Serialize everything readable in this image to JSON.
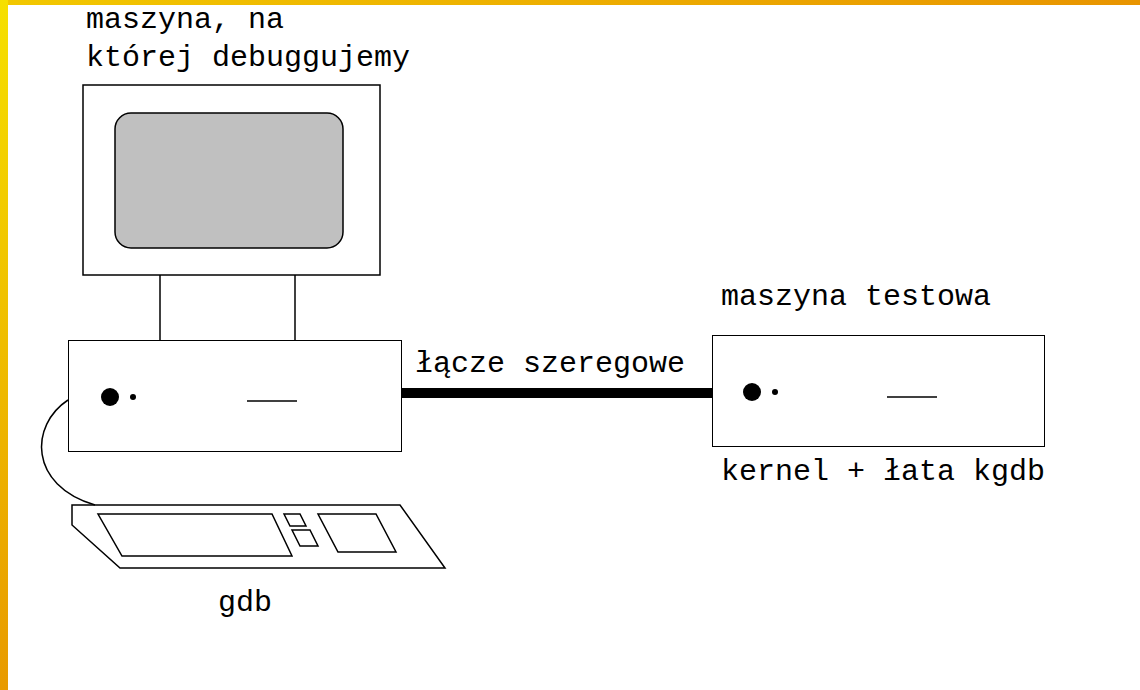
{
  "diagram": {
    "nodes": [
      {
        "text": [
          "maszyna, na której debuggujemy"
        ]
      },
      {
        "text": [
          "maszyna testowa",
          "kernel + łata kgdb"
        ]
      }
    ],
    "edges": [
      {
        "from": 0,
        "to": 1,
        "arrow": "none",
        "label": "łącze szeregowe"
      }
    ],
    "labels": [
      "gdb"
    ]
  }
}
